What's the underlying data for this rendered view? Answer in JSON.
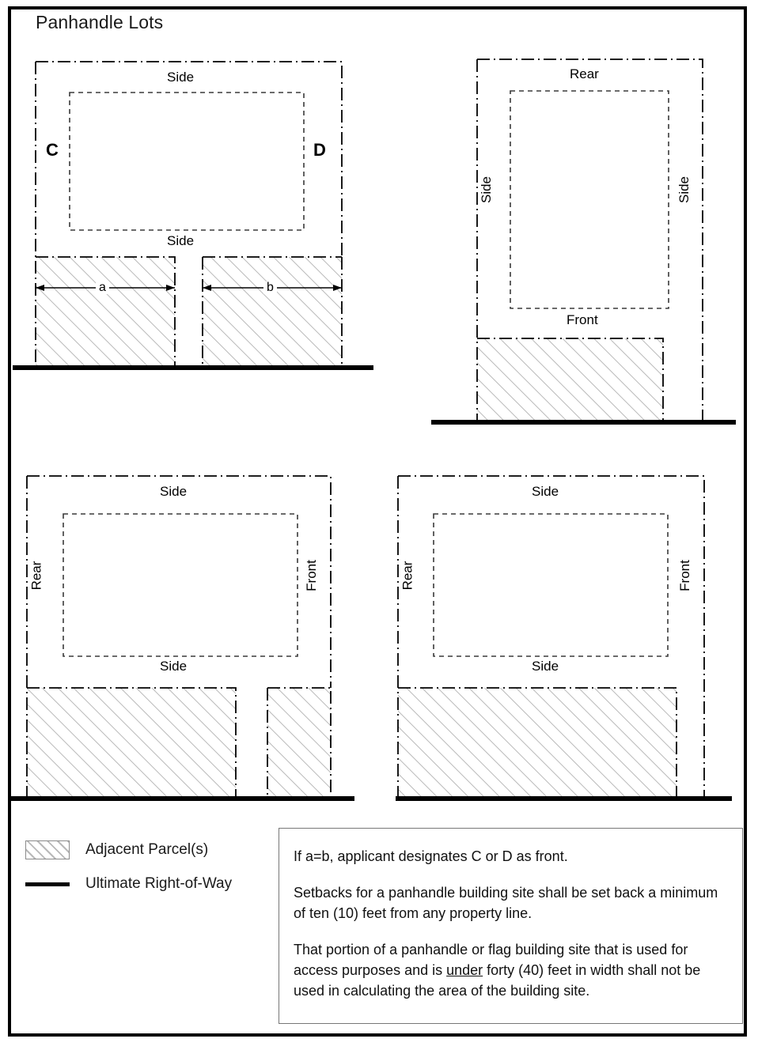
{
  "page": {
    "title": "Panhandle Lots"
  },
  "diagrams": [
    {
      "id": "top-left",
      "name": "panhandle-lot-diagram-c-d",
      "labels": {
        "top": "Side",
        "bottom": "Side",
        "left_letter": "C",
        "right_letter": "D",
        "dim_a": "a",
        "dim_b": "b"
      }
    },
    {
      "id": "top-right",
      "name": "panhandle-lot-diagram-single-frontage",
      "labels": {
        "top": "Rear",
        "left": "Side",
        "right": "Side",
        "bottom": "Front"
      }
    },
    {
      "id": "bottom-left",
      "name": "panhandle-lot-diagram-split-panhandle",
      "labels": {
        "top": "Side",
        "bottom": "Side",
        "left": "Rear",
        "right": "Front"
      }
    },
    {
      "id": "bottom-right",
      "name": "panhandle-lot-diagram-wide-panhandle",
      "labels": {
        "top": "Side",
        "bottom": "Side",
        "left": "Rear",
        "right": "Front"
      }
    }
  ],
  "legend": {
    "items": [
      {
        "symbol": "hatched-swatch",
        "label": "Adjacent Parcel(s)"
      },
      {
        "symbol": "solid-rule",
        "label": "Ultimate Right-of-Way"
      }
    ]
  },
  "notes": {
    "paragraph_1": "If a=b, applicant designates C or D as front.",
    "paragraph_2": "Setbacks for a panhandle building site shall be set back a minimum of ten (10) feet from any property line.",
    "paragraph_3_part_1": "That portion of a panhandle or flag building site that is used for access purposes and is ",
    "paragraph_3_underlined": "under",
    "paragraph_3_part_2": " forty (40) feet in width shall not be used in calculating the area of the building site."
  },
  "colors": {
    "ink": "#000000",
    "hatch": "#b8b8b8",
    "setback_line": "#333333",
    "lot_line": "#000000",
    "note_border": "#777777"
  }
}
